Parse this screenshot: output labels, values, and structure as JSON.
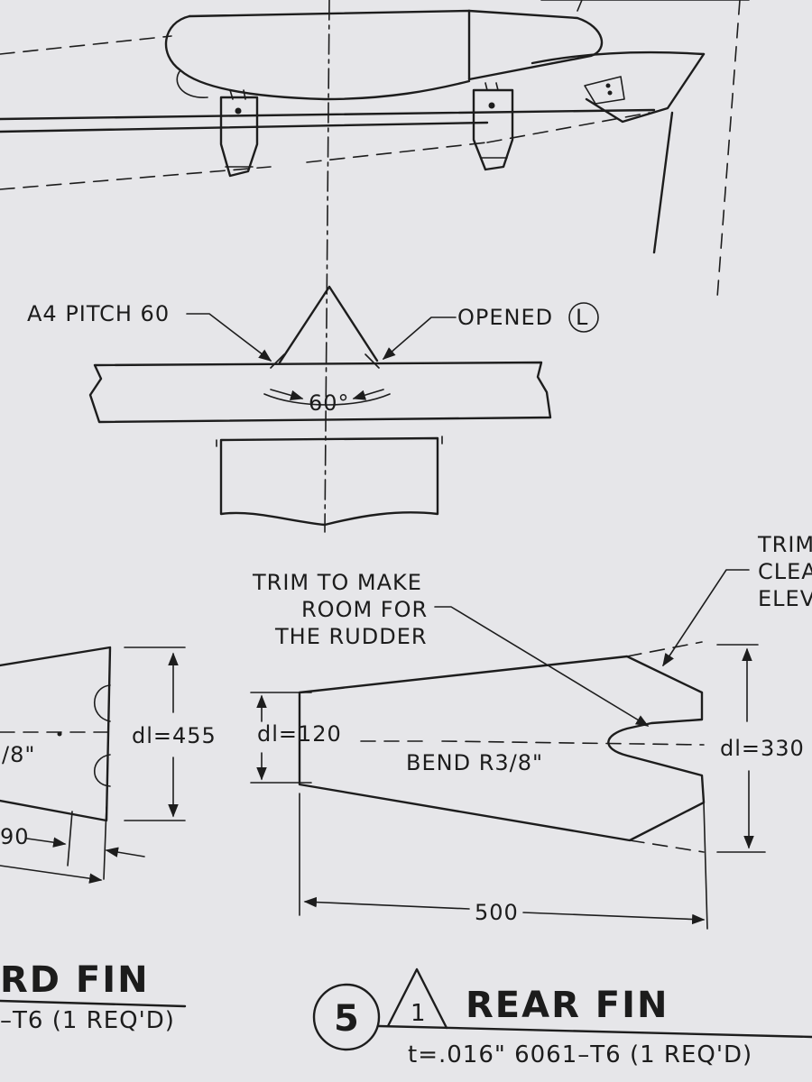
{
  "labels": {
    "pitch": "A4 PITCH 60",
    "opened": "OPENED",
    "opened_mark": "L",
    "angle": "60°",
    "trim_line1": "TRIM TO MAKE",
    "trim_line2": "ROOM FOR",
    "trim_line3": "THE RUDDER",
    "trim_right_line1": "TRIM",
    "trim_right_line2": "CLEA",
    "trim_right_line3": "ELEV",
    "dl_455": "dl=455",
    "dl_120": "dl=120",
    "dl_330": "dl=330",
    "bend_rear": "BEND R3/8\"",
    "bend_left_partial": "/8\"",
    "dim_left_partial": "90",
    "dim_500": "500"
  },
  "titles": {
    "left_title_partial": "RD FIN",
    "left_sub_partial": "–T6 (1 REQ'D)",
    "detail_number": "5",
    "revision": "1",
    "rear_title": "REAR FIN",
    "rear_sub": "t=.016\" 6061–T6 (1 REQ'D)"
  }
}
